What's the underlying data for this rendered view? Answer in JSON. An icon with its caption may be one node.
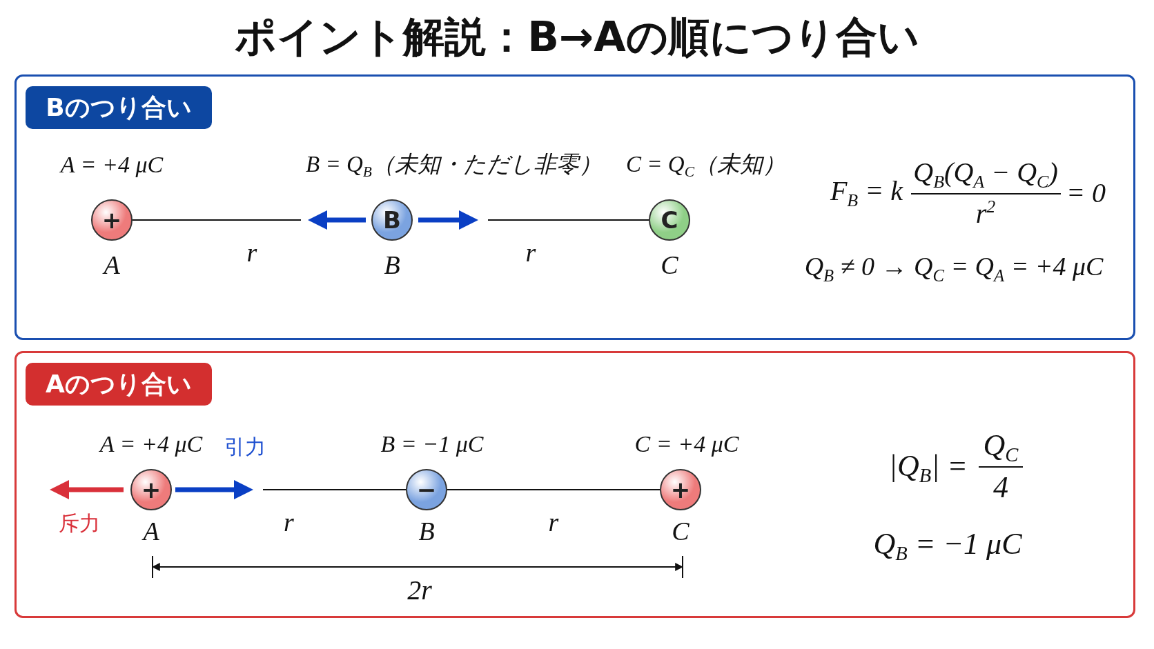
{
  "diagram": {
    "title": "ポイント解説：B→Aの順につり合い",
    "nodes": [
      {
        "text": [
          "Bのつり合い"
        ]
      },
      {
        "text": [
          "+"
        ],
        "in": 0,
        "beside": [
          "A = +4 μC",
          "A"
        ]
      },
      {
        "text": [
          "B"
        ],
        "in": 0,
        "beside": [
          "B = Q$_{B}$（未知・ただし非零）",
          "B"
        ]
      },
      {
        "text": [
          "C"
        ],
        "in": 0,
        "beside": [
          "C = Q$_{C}$（未知）",
          "C"
        ]
      },
      {
        "text": [
          "Aのつり合い"
        ]
      },
      {
        "text": [
          "+"
        ],
        "in": 4,
        "beside": [
          "A = +4 μC",
          "A"
        ]
      },
      {
        "text": [
          "−"
        ],
        "in": 4,
        "beside": [
          "B = −1 μC",
          "B"
        ]
      },
      {
        "text": [
          "+"
        ],
        "in": 4,
        "beside": [
          "C = +4 μC",
          "C"
        ]
      }
    ],
    "edges": [
      {
        "from": 1,
        "to": 2,
        "arrow": "none",
        "label": "r"
      },
      {
        "from": 2,
        "to": 3,
        "arrow": "none",
        "label": "r"
      },
      {
        "from": 5,
        "to": 6,
        "arrow": "none",
        "label": "r"
      },
      {
        "from": 6,
        "to": 7,
        "arrow": "none",
        "label": "r"
      }
    ],
    "labels": [
      "F$_{B}$ = k",
      "Q$_{B}$(Q$_{A}$ − Q$_{C}$)",
      "r$^{2}$",
      "= 0",
      "Q$_{B}$ ≠ 0 → Q$_{C}$ = Q$_{A}$ = +4 μC",
      "引力",
      "斥力",
      "2r",
      "|Q$_{B}$| =",
      "Q$_{C}$",
      "4",
      "Q$_{B}$ = −1 μC"
    ]
  }
}
